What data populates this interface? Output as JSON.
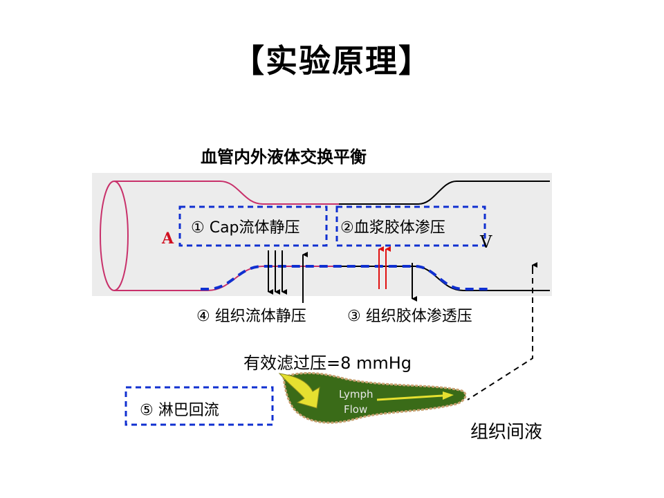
{
  "slide": {
    "title": "【实验原理】",
    "subtitle": "血管内外液体交换平衡",
    "label_artery": "A",
    "label_vein": "V",
    "force_1": "① Cap流体静压",
    "force_2": "②血浆胶体渗压",
    "force_4": "④  组织流体静压",
    "force_3": "③ 组织胶体渗透压",
    "net_filtration": "有效滤过压=8 mmHg",
    "force_5": "⑤ 淋巴回流",
    "lymph_line1": "Lymph",
    "lymph_line2": "Flow",
    "tissue_fluid": "组织间液"
  },
  "colors": {
    "artery": "#c8306a",
    "vein": "#000000",
    "dashed_box": "#1030d0",
    "background_panel": "#ececec",
    "lymph_green": "#3a6b18",
    "lymph_arrow": "#e6e030",
    "red_arrow": "#e01010"
  }
}
